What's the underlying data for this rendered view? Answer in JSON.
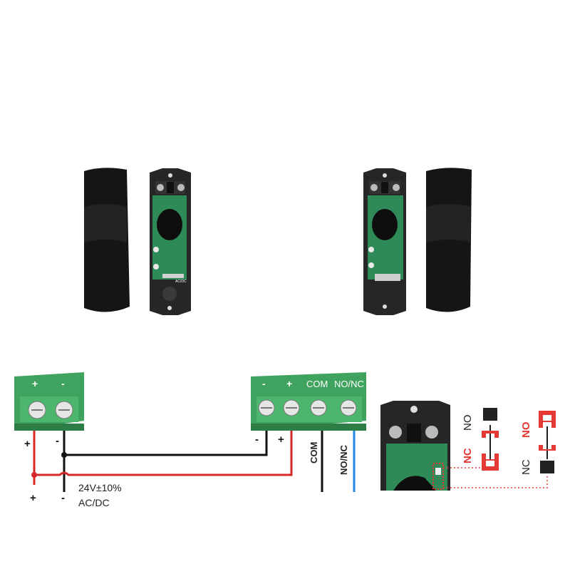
{
  "power_block": {
    "plus": "+",
    "minus": "-"
  },
  "receiver_block": {
    "minus": "-",
    "plus": "+",
    "com": "COM",
    "nonc": "NO/NC"
  },
  "wire_labels": {
    "left_top_plus": "+",
    "left_top_minus": "-",
    "left_bottom_plus": "+",
    "left_bottom_minus": "-",
    "right_minus": "-",
    "right_plus": "+",
    "com": "COM",
    "nonc": "NO/NC"
  },
  "supply": {
    "voltage": "24V±10%",
    "type": "AC/DC"
  },
  "jumper": {
    "nc_red": "NC",
    "no_black": "NO",
    "no_red": "NO",
    "nc_black": "NC"
  },
  "pcb_labels": {
    "left": "AC/DC"
  },
  "colors": {
    "terminal_green": "#3fa35f",
    "pcb_green": "#2e8b57",
    "housing": "#1f1f1f",
    "wire_red": "#d62828",
    "wire_black": "#111111",
    "wire_blue": "#1e88e5",
    "jumper_red": "#e53935"
  }
}
